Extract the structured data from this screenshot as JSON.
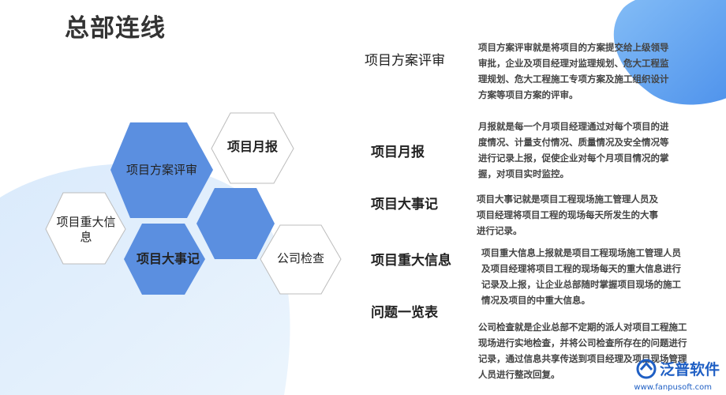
{
  "page": {
    "title": "总部连线"
  },
  "hexagons": {
    "scheme_review": "项目方案评审",
    "monthly_report": "项目月报",
    "major_info": "项目重大信息",
    "big_events": "项目大事记",
    "company_check": "公司检查"
  },
  "items": [
    {
      "title": "项目方案评审",
      "desc": "项目方案评审就是将项目的方案提交给上级领导审批，企业及项目经理对监理规划、危大工程监理规划、危大工程施工专项方案及施工组织设计方案等项目方案的评审。"
    },
    {
      "title": "项目月报",
      "desc": "月报就是每一个月项目经理通过对每个项目的进度情况、计量支付情况、质量情况及安全情况等进行记录上报，促使企业对每个月项目情况的掌握，对项目实时监控。"
    },
    {
      "title": "项目大事记",
      "desc": "项目大事记就是项目工程现场施工管理人员及项目经理将项目工程的现场每天所发生的大事进行记录。"
    },
    {
      "title": "项目重大信息",
      "desc": "项目重大信息上报就是项目工程现场施工管理人员及项目经理将项目工程的现场每天的重大信息进行记录及上报，让企业总部随时掌握项目现场的施工情况及项目的中重大信息。"
    },
    {
      "title": "问题一览表",
      "desc": "公司检查就是企业总部不定期的派人对项目工程施工现场进行实地检查，并将公司检查所存在的问题进行记录，通过信息共享传送到项目经理及项目现场管理人员进行整改回复。"
    }
  ],
  "brand": {
    "name": "泛普软件",
    "url": "www.fanpusoft.com"
  },
  "colors": {
    "hex_blue": "#5b8fe0",
    "hex_blue_dark": "#4a7fd6",
    "title": "#333333",
    "brand": "#1f5fc4"
  }
}
